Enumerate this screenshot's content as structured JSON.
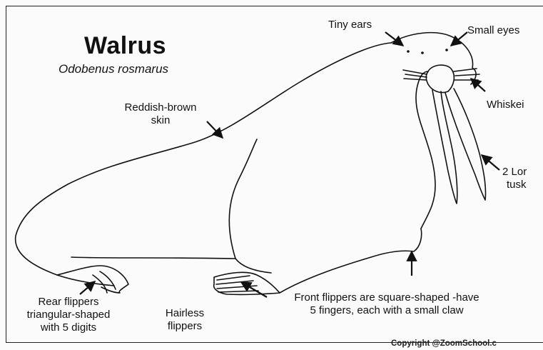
{
  "diagram": {
    "title": "Walrus",
    "subtitle": "Odobenus rosmarus",
    "labels": {
      "tiny_ears": "Tiny ears",
      "small_eyes": "Small eyes",
      "whiskers": "Whiskei",
      "reddish_brown_skin_line1": "Reddish-brown",
      "reddish_brown_skin_line2": "skin",
      "long_tusks_line1": "2 Lor",
      "long_tusks_line2": "tusk",
      "rear_flippers_line1": "Rear flippers",
      "rear_flippers_line2": "triangular-shaped",
      "rear_flippers_line3": "with 5 digits",
      "hairless_flippers_line1": "Hairless",
      "hairless_flippers_line2": "flippers",
      "front_flippers_line1": "Front flippers are square-shaped -have",
      "front_flippers_line2": "5 fingers, each with a small claw"
    },
    "copyright": "Copyright @ZoomSchool.c",
    "colors": {
      "ink": "#111111",
      "background": "#fbfbfb"
    }
  }
}
